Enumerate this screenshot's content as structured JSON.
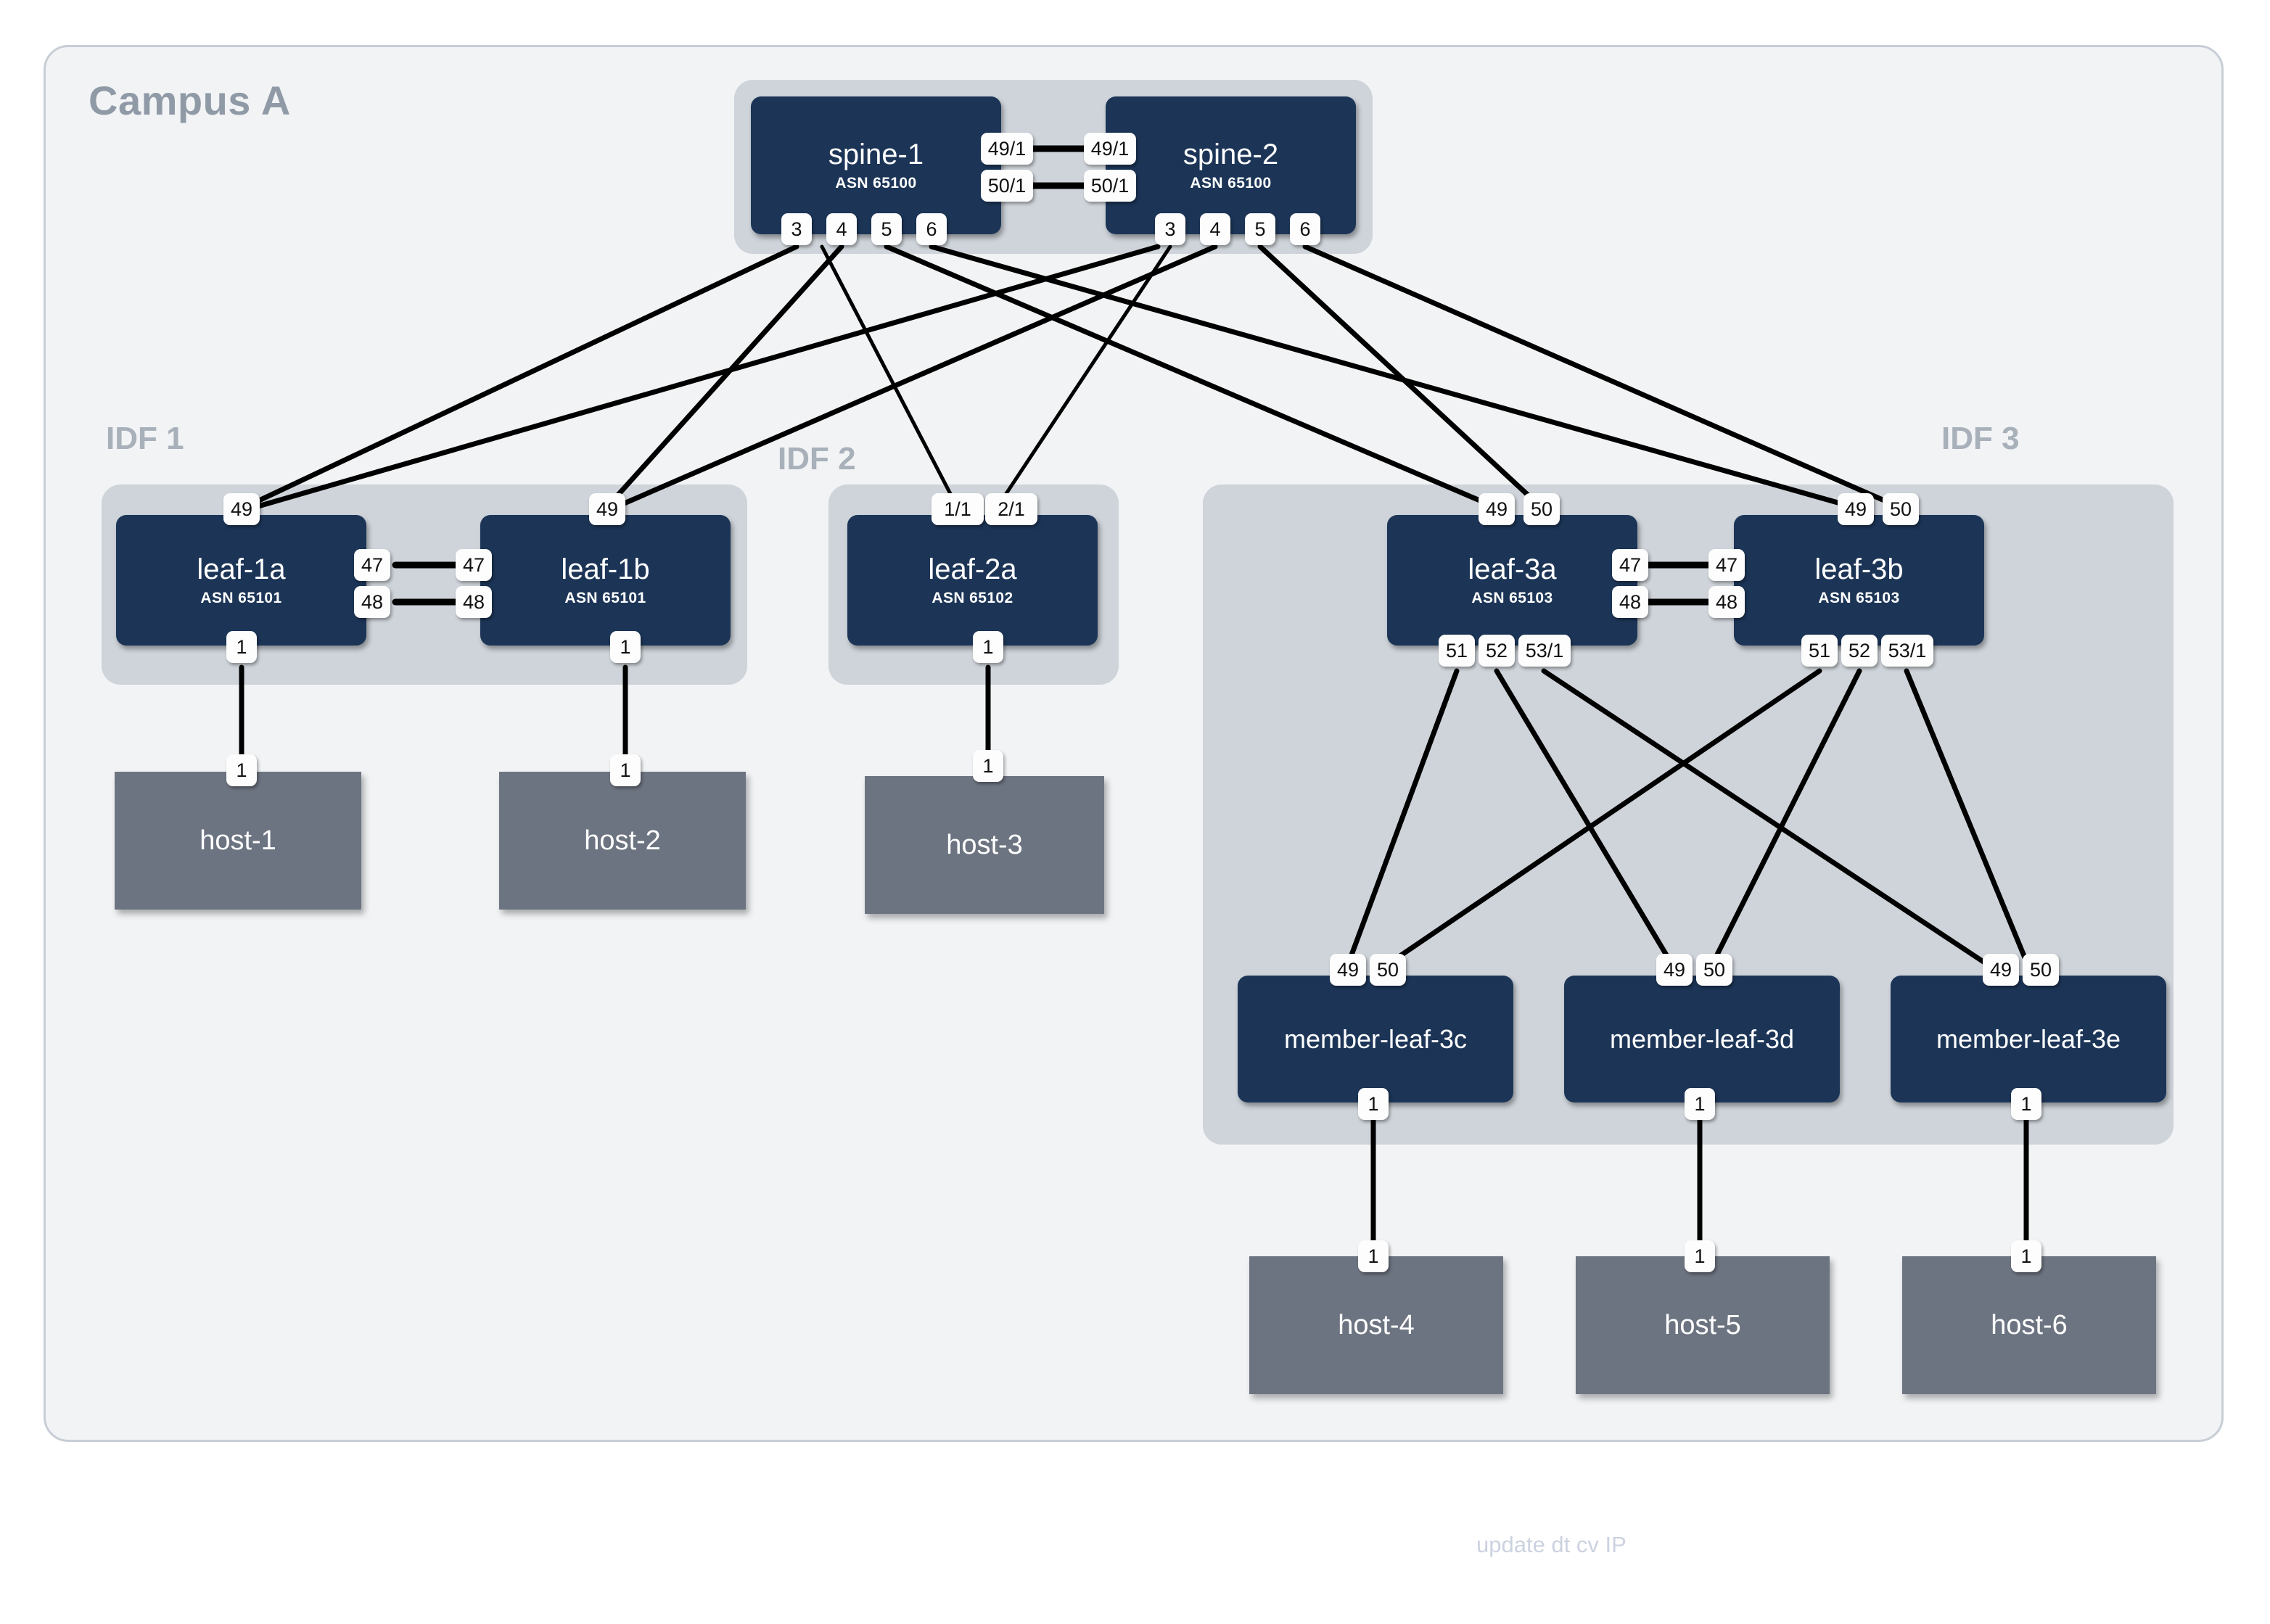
{
  "title": "Campus A",
  "footer_note": "update dt cv IP",
  "groups": [
    {
      "id": "spine-group",
      "label": ""
    },
    {
      "id": "idf1",
      "label": "IDF 1"
    },
    {
      "id": "idf2",
      "label": "IDF 2"
    },
    {
      "id": "idf3",
      "label": "IDF 3"
    }
  ],
  "nodes": {
    "spine1": {
      "name": "spine-1",
      "asn": "ASN 65100"
    },
    "spine2": {
      "name": "spine-2",
      "asn": "ASN 65100"
    },
    "leaf1a": {
      "name": "leaf-1a",
      "asn": "ASN 65101"
    },
    "leaf1b": {
      "name": "leaf-1b",
      "asn": "ASN 65101"
    },
    "leaf2a": {
      "name": "leaf-2a",
      "asn": "ASN 65102"
    },
    "leaf3a": {
      "name": "leaf-3a",
      "asn": "ASN 65103"
    },
    "leaf3b": {
      "name": "leaf-3b",
      "asn": "ASN 65103"
    },
    "mleaf3c": {
      "name": "member-leaf-3c",
      "asn": ""
    },
    "mleaf3d": {
      "name": "member-leaf-3d",
      "asn": ""
    },
    "mleaf3e": {
      "name": "member-leaf-3e",
      "asn": ""
    }
  },
  "hosts": {
    "host1": {
      "name": "host-1"
    },
    "host2": {
      "name": "host-2"
    },
    "host3": {
      "name": "host-3"
    },
    "host4": {
      "name": "host-4"
    },
    "host5": {
      "name": "host-5"
    },
    "host6": {
      "name": "host-6"
    }
  },
  "ports": {
    "spine1_49_1": "49/1",
    "spine1_50_1": "50/1",
    "spine2_49_1": "49/1",
    "spine2_50_1": "50/1",
    "spine1_3": "3",
    "spine1_4": "4",
    "spine1_5": "5",
    "spine1_6": "6",
    "spine2_3": "3",
    "spine2_4": "4",
    "spine2_5": "5",
    "spine2_6": "6",
    "leaf1a_49": "49",
    "leaf1b_49": "49",
    "leaf1a_47": "47",
    "leaf1a_48": "48",
    "leaf1b_47": "47",
    "leaf1b_48": "48",
    "leaf1a_1": "1",
    "leaf1b_1": "1",
    "leaf2a_1_1": "1/1",
    "leaf2a_2_1": "2/1",
    "leaf2a_1": "1",
    "leaf3a_49": "49",
    "leaf3a_50": "50",
    "leaf3b_49": "49",
    "leaf3b_50": "50",
    "leaf3a_47": "47",
    "leaf3a_48": "48",
    "leaf3b_47": "47",
    "leaf3b_48": "48",
    "leaf3a_51": "51",
    "leaf3a_52": "52",
    "leaf3a_53_1": "53/1",
    "leaf3b_51": "51",
    "leaf3b_52": "52",
    "leaf3b_53_1": "53/1",
    "mleaf3c_49": "49",
    "mleaf3c_50": "50",
    "mleaf3c_1": "1",
    "mleaf3d_49": "49",
    "mleaf3d_50": "50",
    "mleaf3d_1": "1",
    "mleaf3e_49": "49",
    "mleaf3e_50": "50",
    "mleaf3e_1": "1",
    "host1_1": "1",
    "host2_1": "1",
    "host3_1": "1",
    "host4_1": "1",
    "host5_1": "1",
    "host6_1": "1"
  },
  "colors": {
    "node_fill": "#1c3557",
    "host_fill": "#6d7481",
    "group_fill": "#ced4da",
    "campus_fill": "#f1f3f5",
    "campus_border": "#c8ced6",
    "link": "#000000",
    "label_grey": "#909aa6",
    "footer": "#ccd2e0"
  }
}
